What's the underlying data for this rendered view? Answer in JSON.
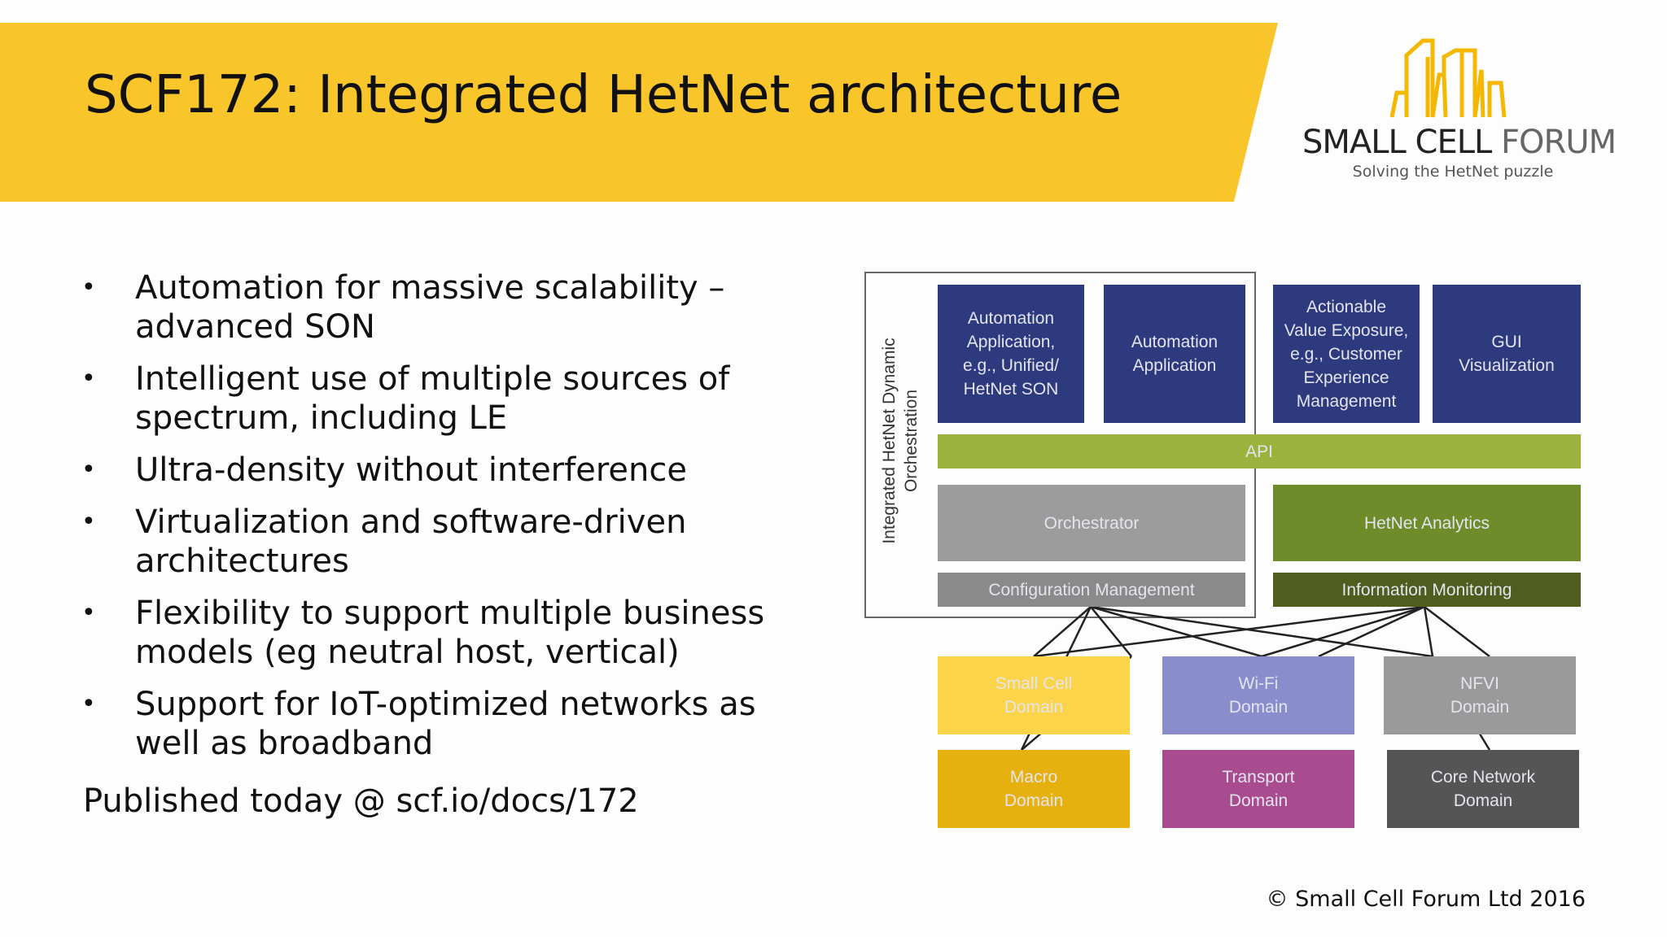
{
  "header": {
    "title": "SCF172: Integrated HetNet architecture",
    "banner_color": "#f8c52b",
    "logo_name_bold": "SMALL CELL",
    "logo_name_light": " FORUM",
    "logo_tagline": "Solving the HetNet puzzle"
  },
  "bullets": [
    [
      "Automation for massive scalability –",
      "advanced SON"
    ],
    [
      "Intelligent use of multiple sources of",
      "spectrum, including LE"
    ],
    [
      "Ultra-density without interference"
    ],
    [
      "Virtualization and software-driven",
      "architectures"
    ],
    [
      "Flexibility to support multiple business",
      "models (eg neutral host, vertical)"
    ],
    [
      "Support for IoT-optimized networks as",
      "well as broadband"
    ]
  ],
  "bullet_symbol": "•",
  "published": "Published today @ scf.io/docs/172",
  "copyright": "© Small Cell Forum Ltd 2016",
  "diagram": {
    "side_label": [
      "Integrated HetNet Dynamic",
      "Orchestration"
    ],
    "blocks": {
      "app1": [
        "Automation",
        "Application,",
        "e.g., Unified/",
        "HetNet SON"
      ],
      "app2": [
        "Automation",
        "Application"
      ],
      "app3": [
        "Actionable",
        "Value Exposure,",
        "e.g., Customer",
        "Experience",
        "Management"
      ],
      "app4": [
        "GUI",
        "Visualization"
      ],
      "api": [
        "API"
      ],
      "orchestrator": [
        "Orchestrator"
      ],
      "analytics": [
        "HetNet Analytics"
      ],
      "config": [
        "Configuration Management"
      ],
      "monitoring": [
        "Information Monitoring"
      ],
      "small_cell": [
        "Small Cell",
        "Domain"
      ],
      "wifi": [
        "Wi-Fi",
        "Domain"
      ],
      "nfvi": [
        "NFVI",
        "Domain"
      ],
      "macro": [
        "Macro",
        "Domain"
      ],
      "transport": [
        "Transport",
        "Domain"
      ],
      "core": [
        "Core Network",
        "Domain"
      ]
    },
    "colors": {
      "navy": "#2e3a7e",
      "api_green": "#9bb23c",
      "orchestrator_gray": "#9c9c9c",
      "analytics_green": "#6f8c2a",
      "config_gray": "#8a8a8a",
      "monitoring_green": "#4f5e1f",
      "small_cell_yellow": "#fcd44a",
      "wifi_purple": "#8a8dcc",
      "nfvi_gray": "#9a9a9a",
      "macro_gold": "#e6b10e",
      "transport_magenta": "#a84c8f",
      "core_dark": "#555555"
    }
  }
}
